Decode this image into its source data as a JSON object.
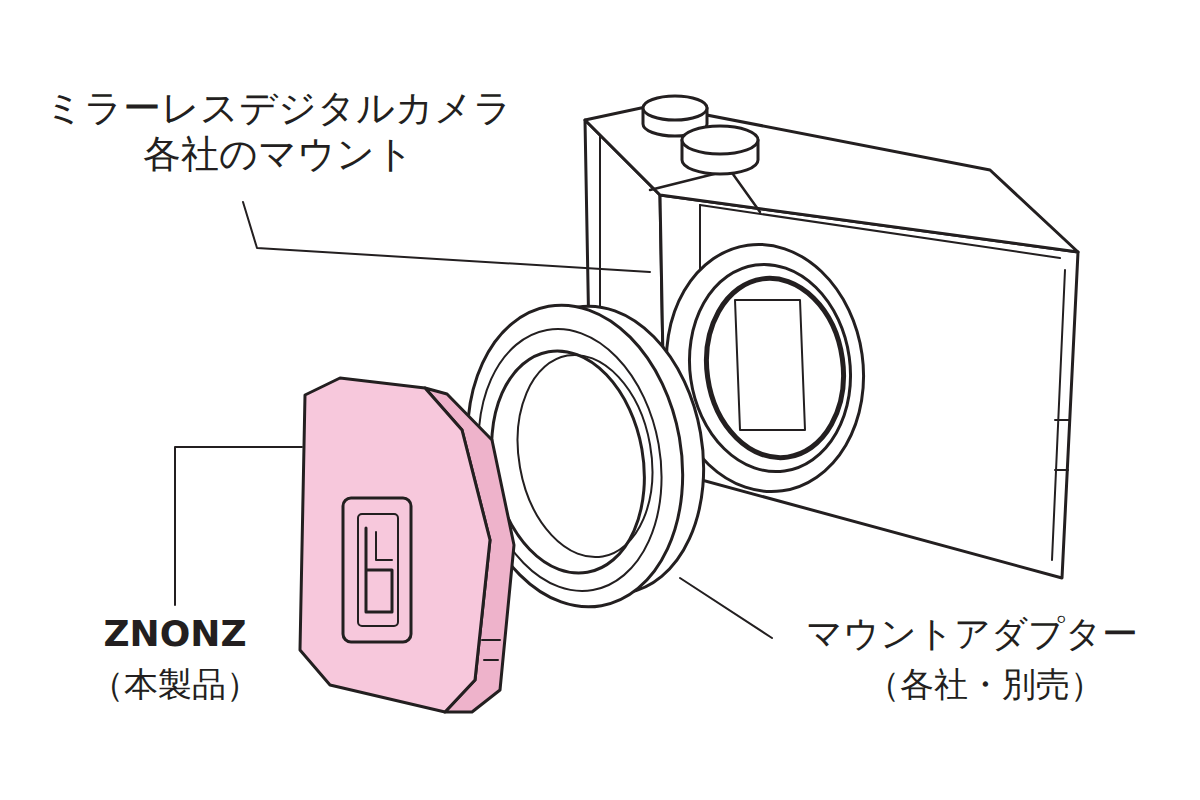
{
  "diagram": {
    "labels": [
      "ミラーレスデジタルカメラ 各社のマウント",
      "ZNONZ",
      "（本製品）",
      "マウントアダプター",
      "（各社・別売）"
    ]
  }
}
